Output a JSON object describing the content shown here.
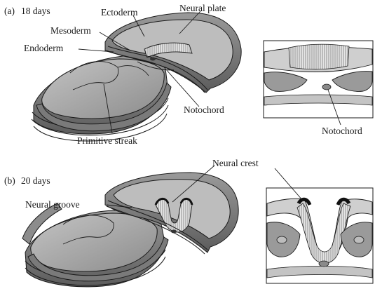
{
  "panel_a": {
    "letter": "(a)",
    "age": "18 days",
    "labels": {
      "ectoderm": "Ectoderm",
      "neural_plate": "Neural plate",
      "mesoderm": "Mesoderm",
      "endoderm": "Endoderm",
      "notochord": "Notochord",
      "primitive_streak": "Primitive streak",
      "notochord_section": "Notochord"
    }
  },
  "panel_b": {
    "letter": "(b)",
    "age": "20 days",
    "labels": {
      "neural_crest": "Neural crest",
      "neural_groove": "Neural groove"
    }
  },
  "colors": {
    "background": "#ffffff",
    "embryo_fill": "#a9a9a9",
    "embryo_dark": "#6f6f6f",
    "ectoderm_layer": "#d9d9d9",
    "line": "#1a1a1a"
  }
}
